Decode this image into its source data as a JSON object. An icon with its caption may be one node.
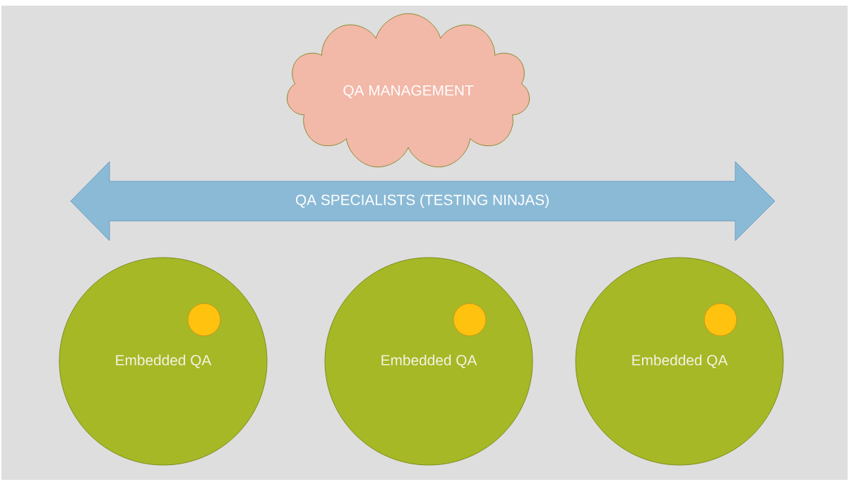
{
  "diagram": {
    "nodes": [
      {
        "text": [
          "QA MANAGEMENT"
        ]
      },
      {
        "text": [
          "QA SPECIALISTS (TESTING NINJAS)"
        ]
      },
      {
        "text": [
          "Embedded QA"
        ]
      },
      {
        "text": [],
        "shape": "circle",
        "in": 2
      },
      {
        "text": [
          "Embedded QA"
        ]
      },
      {
        "text": [],
        "shape": "circle",
        "in": 4
      },
      {
        "text": [
          "Embedded QA"
        ]
      },
      {
        "text": [],
        "shape": "circle",
        "in": 6
      }
    ]
  }
}
